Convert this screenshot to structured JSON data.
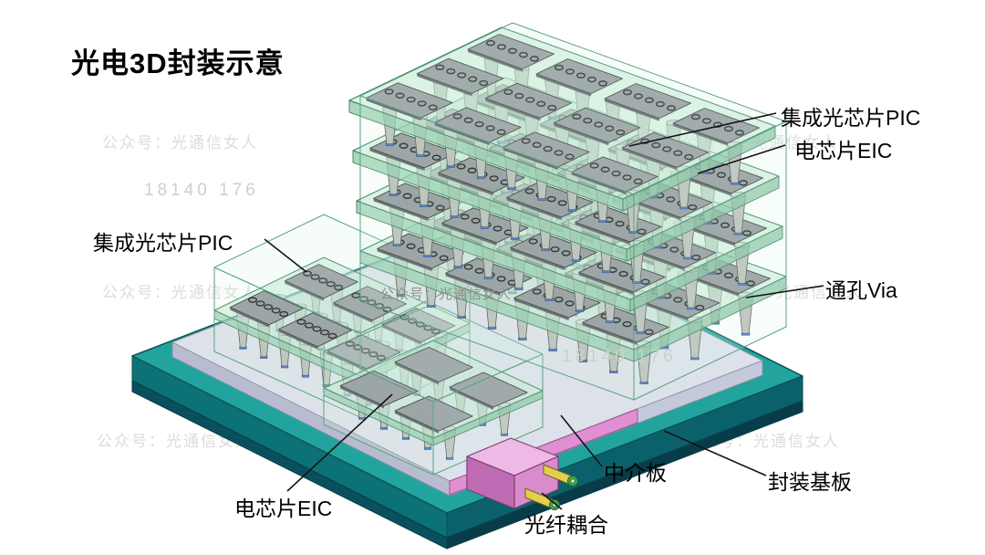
{
  "title": "光电3D封装示意",
  "watermark": {
    "text": "公众号：光通信女人",
    "number": "18140 176"
  },
  "labels": {
    "pic_top": "集成光芯片PIC",
    "eic_top": "电芯片EIC",
    "via": "通孔Via",
    "pic_left": "集成光芯片PIC",
    "eic_bottom": "电芯片EIC",
    "interposer": "中介板",
    "fiber_coupling": "光纤耦合",
    "substrate": "封装基板"
  },
  "colors": {
    "base_top": "#23a39d",
    "base_side": "#0d7277",
    "base_side_dark": "#0a4f5c",
    "interposer_top": "#dde1ea",
    "interposer_side": "#b7bccf",
    "pink_strip": "#e08fd2",
    "pink_strip_edge": "#a05593",
    "slab_fill": "#bfe9cf",
    "slab_edge": "#35795c",
    "pillar_fill": "#b9bdb8",
    "pillar_edge": "#4a4a4a",
    "pillar_top": "#d2d6d1",
    "pad_blue": "#3a6fd8",
    "chip_fill": "#90959a",
    "chip_edge": "#2b2b2b",
    "chip_side": "#565b5f",
    "ring": "#101010",
    "coupler_top": "#eeb9e4",
    "coupler_left": "#c06cb4",
    "coupler_right": "#d98ccd",
    "coupler_edge": "#7c3f74",
    "fiber_yellow": "#e3cf4e",
    "fiber_green": "#44a94f",
    "glass_fill": "#d9f4e6",
    "glass_edge": "#5aa183",
    "leader": "#141414"
  }
}
